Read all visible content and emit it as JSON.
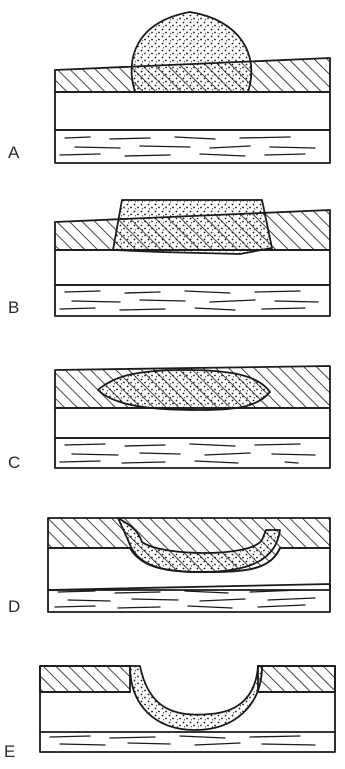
{
  "panels": [
    {
      "label": "A"
    },
    {
      "label": "B"
    },
    {
      "label": "C"
    },
    {
      "label": "D"
    },
    {
      "label": "E"
    }
  ],
  "colors": {
    "ink": "#1a1a1a",
    "background": "#ffffff",
    "stipple": "#1a1a1a"
  }
}
